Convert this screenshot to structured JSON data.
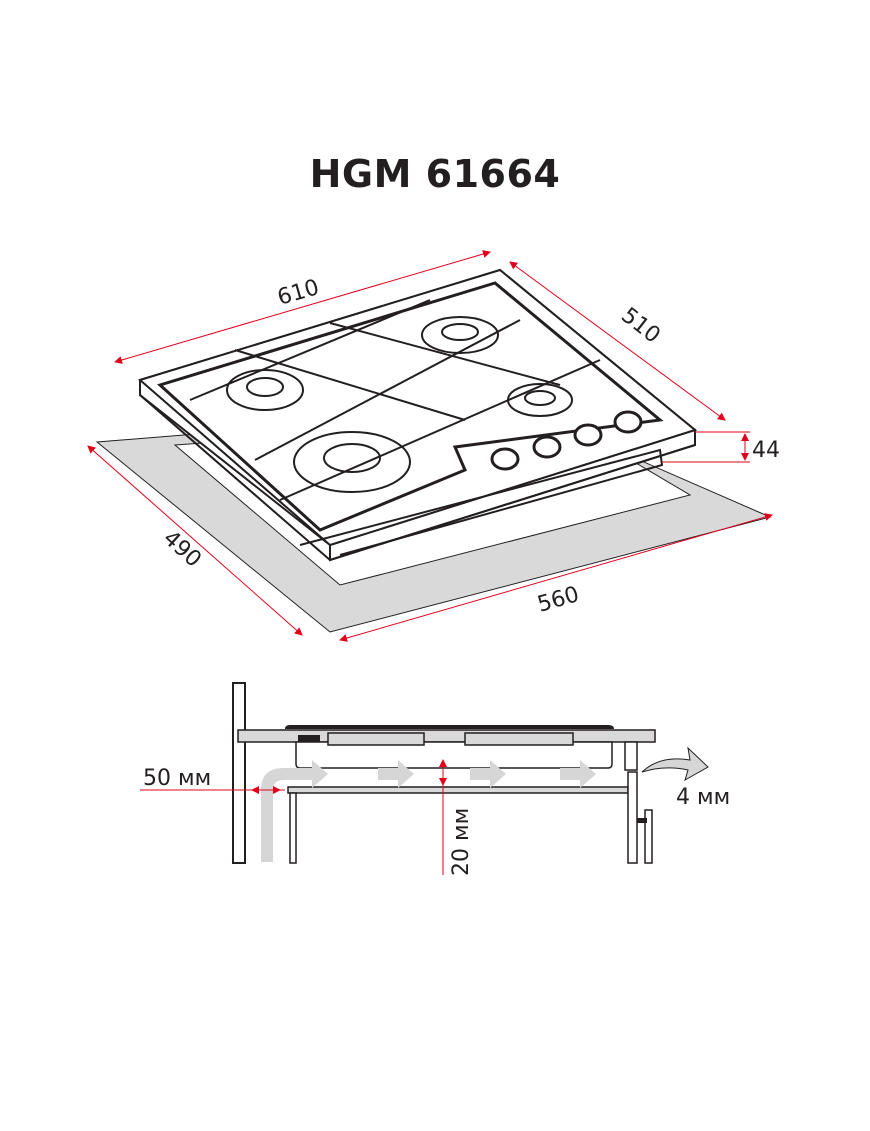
{
  "title": "HGM 61664",
  "top_view": {
    "dimensions": {
      "width": "610",
      "depth": "510",
      "height": "44",
      "cutout_depth": "490",
      "cutout_width": "560"
    }
  },
  "side_view": {
    "dimensions": {
      "wall_clearance": "50 мм",
      "air_gap": "20 мм",
      "rear_gap": "4 мм"
    }
  },
  "colors": {
    "dimension_line": "#e3001b",
    "countertop": "#d9d9d9",
    "airflow": "#d6d6d6",
    "outline": "#231f20"
  }
}
